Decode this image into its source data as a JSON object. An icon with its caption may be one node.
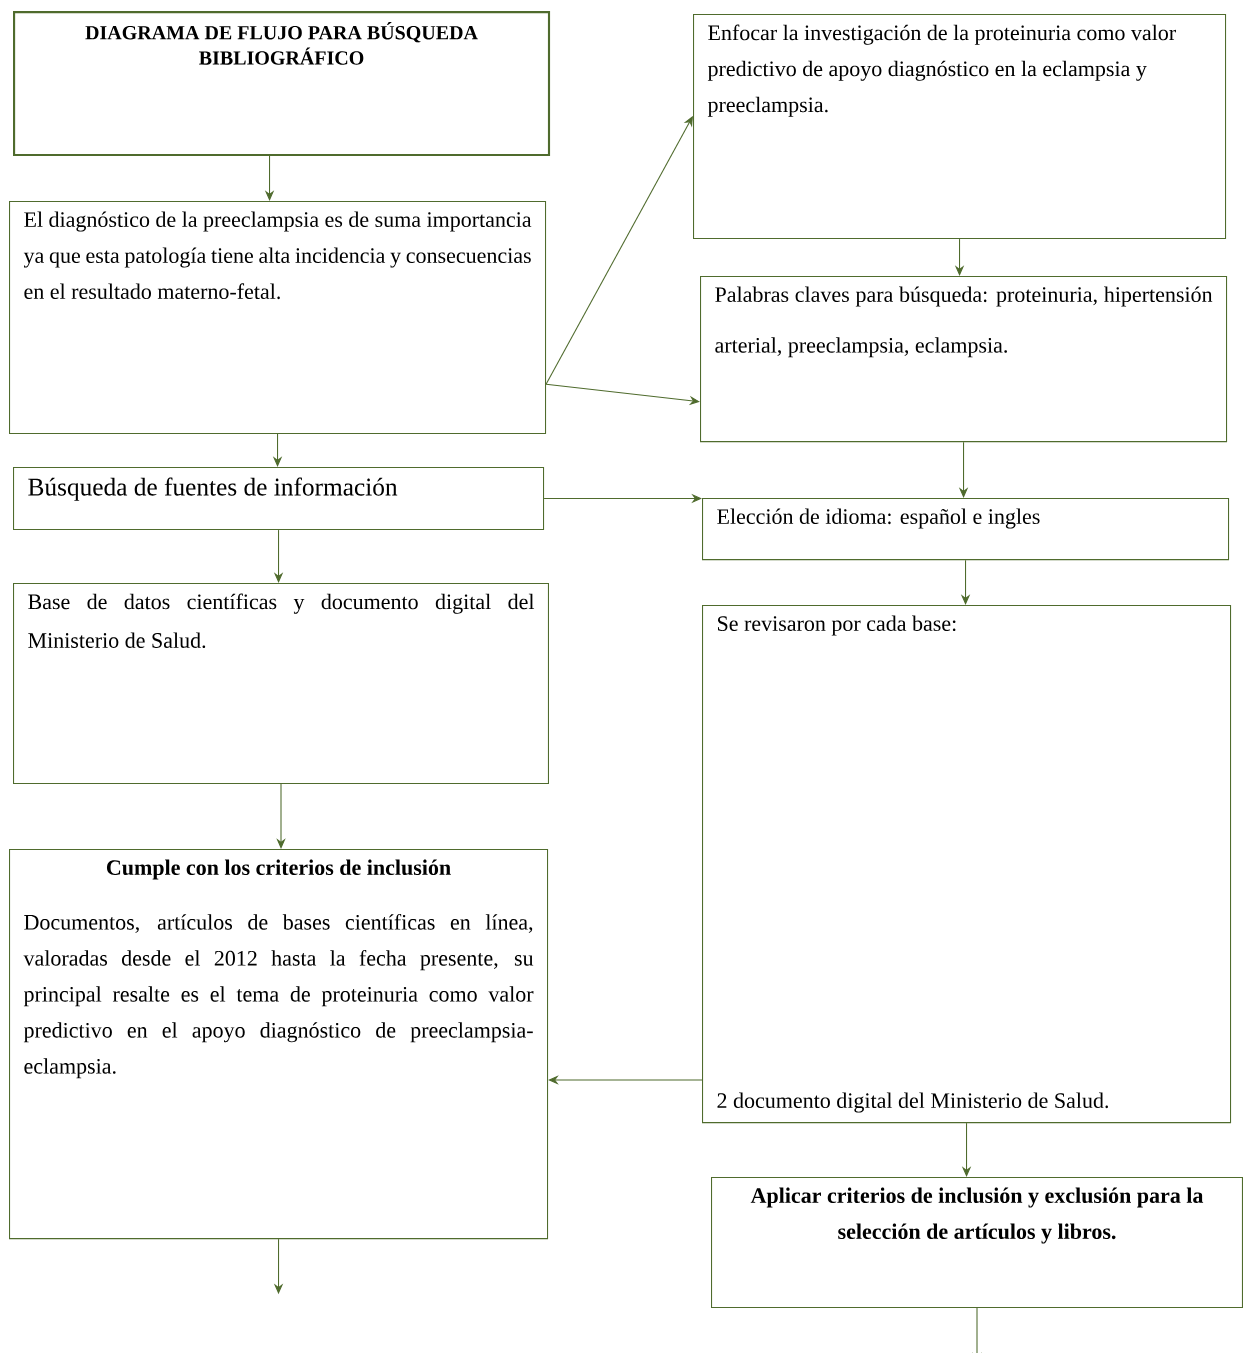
{
  "diagram": {
    "nodes": [
      {
        "text": [
          "DIAGRAMA DE FLUJO PARA BÚSQUEDA BIBLIOGRÁFICO"
        ]
      },
      {
        "text": [
          "El diagnóstico de la preeclampsia es de suma importancia ya que esta patología tiene alta incidencia y consecuencias en el resultado materno-fetal."
        ]
      },
      {
        "text": [
          "Búsqueda de fuentes de información"
        ]
      },
      {
        "text": [
          "Base de datos científicas y documento digital del Ministerio de Salud."
        ]
      },
      {
        "text": [
          "Cumple con los criterios de inclusión",
          "Documentos, artículos de bases científicas en línea, valoradas desde el 2012 hasta la fecha presente, su principal resalte es el tema de proteinuria como valor predictivo en el apoyo diagnóstico de preeclampsia-eclampsia."
        ]
      },
      {
        "text": [
          "Enfocar la investigación de la proteinuria como valor predictivo de apoyo diagnóstico en la eclampsia y preeclampsia."
        ]
      },
      {
        "text": [
          "Palabras claves para búsqueda: proteinuria, hipertensión arterial, preeclampsia, eclampsia."
        ]
      },
      {
        "text": [
          "Elección de idioma: español e ingles"
        ]
      },
      {
        "text": [
          "Se revisaron por cada base:",
          "2 documento digital del Ministerio de Salud."
        ]
      },
      {
        "text": [
          "Aplicar criterios de inclusión y exclusión para la selección de artículos y libros."
        ]
      }
    ],
    "edges": [
      {
        "from": 0,
        "to": 1,
        "arrow": "to"
      },
      {
        "from": 1,
        "to": 2,
        "arrow": "to"
      },
      {
        "from": 2,
        "to": 3,
        "arrow": "to"
      },
      {
        "from": 3,
        "to": 4,
        "arrow": "to"
      },
      {
        "from": 4,
        "to": null,
        "arrow": "to"
      },
      {
        "from": 1,
        "to": 5,
        "arrow": "to"
      },
      {
        "from": 1,
        "to": 6,
        "arrow": "to"
      },
      {
        "from": 5,
        "to": 6,
        "arrow": "to"
      },
      {
        "from": 6,
        "to": 7,
        "arrow": "to"
      },
      {
        "from": 2,
        "to": 7,
        "arrow": "to"
      },
      {
        "from": 7,
        "to": 8,
        "arrow": "to"
      },
      {
        "from": 8,
        "to": 4,
        "arrow": "to"
      },
      {
        "from": 8,
        "to": 9,
        "arrow": "to"
      },
      {
        "from": 9,
        "to": null,
        "arrow": "to"
      }
    ]
  }
}
